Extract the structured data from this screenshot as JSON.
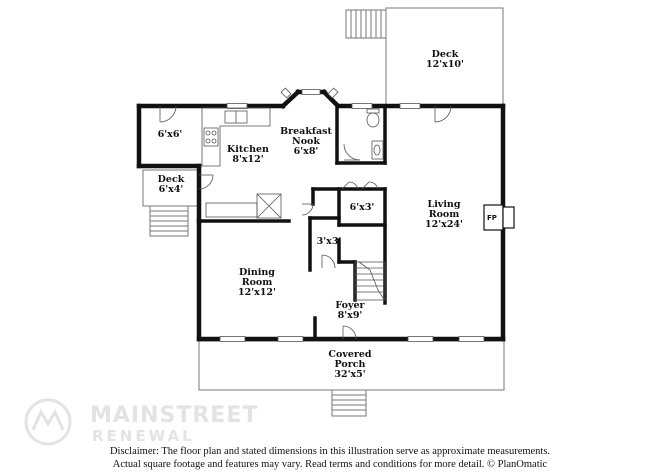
{
  "rooms": {
    "deck_top": {
      "name": "Deck",
      "dim": "12'x10'"
    },
    "closet_6x6": {
      "dim": "6'x6'"
    },
    "kitchen": {
      "name": "Kitchen",
      "dim": "8'x12'"
    },
    "breakfast": {
      "name1": "Breakfast",
      "name2": "Nook",
      "dim": "6'x8'"
    },
    "deck_side": {
      "name": "Deck",
      "dim": "6'x4'"
    },
    "closet_6x3": {
      "dim": "6'x3'"
    },
    "closet_3x3": {
      "dim": "3'x3'"
    },
    "living": {
      "name": "Living",
      "name2": "Room",
      "dim": "12'x24'"
    },
    "dining": {
      "name": "Dining",
      "name2": "Room",
      "dim": "12'x12'"
    },
    "foyer": {
      "name": "Foyer",
      "dim": "8'x9'"
    },
    "porch": {
      "name": "Covered",
      "name2": "Porch",
      "dim": "32'x5'"
    },
    "fireplace": {
      "label": "FP"
    }
  },
  "watermark": {
    "line1": "MAINSTREET",
    "line2": "RENEWAL"
  },
  "disclaimer": {
    "line1": "Disclaimer: The floor plan and stated dimensions in this illustration serve as approximate measurements.",
    "line2": "Actual square footage and features may vary. Read terms and conditions for more detail. © PlanOmatic"
  }
}
